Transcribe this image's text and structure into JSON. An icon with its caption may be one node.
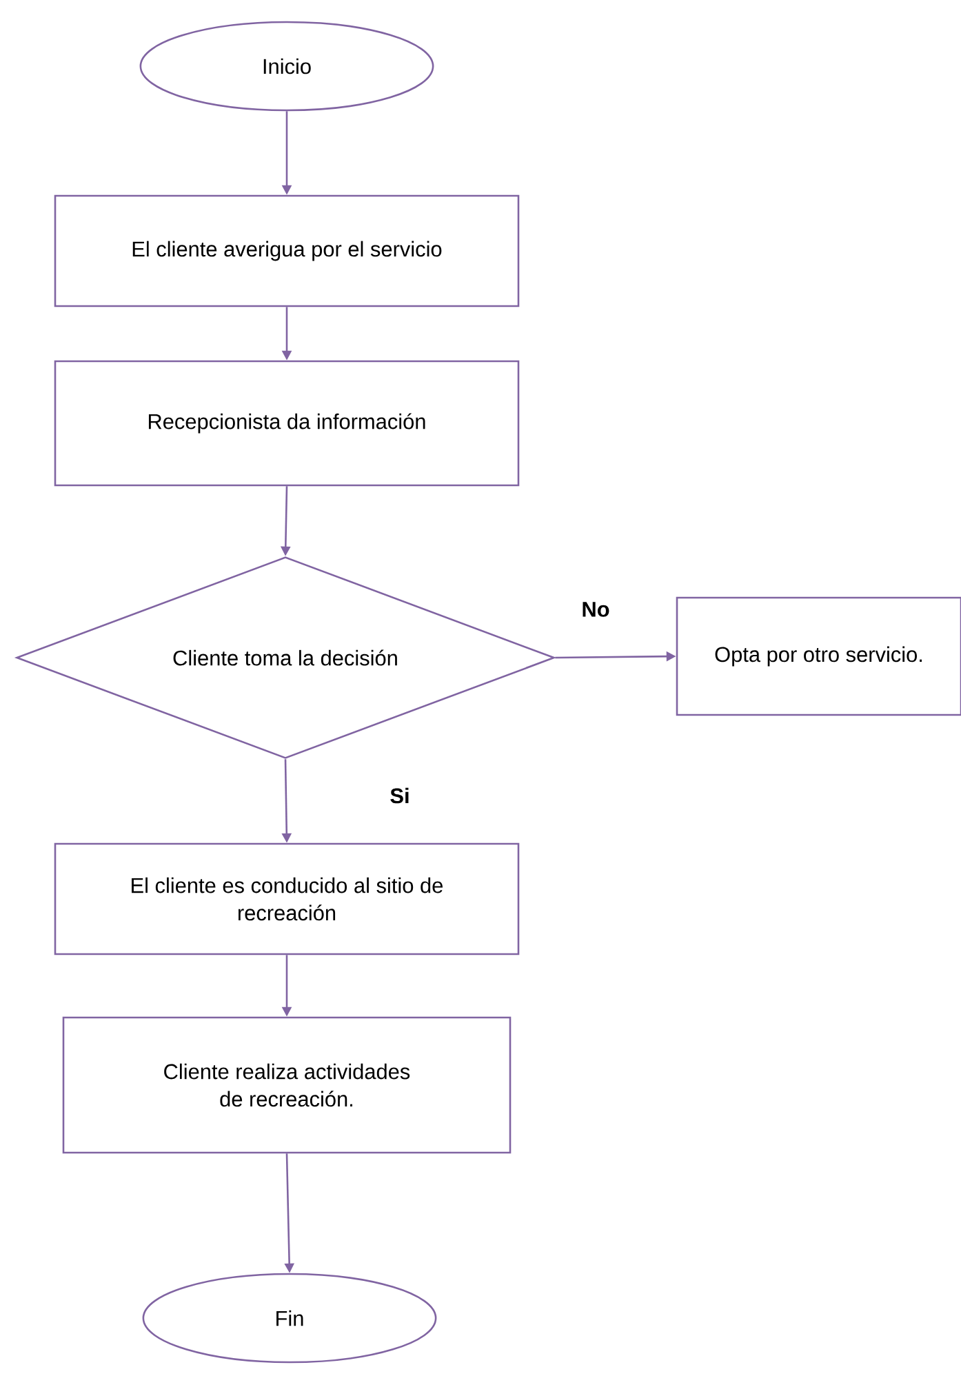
{
  "diagram": {
    "nodes": [
      {
        "text": [
          "Inicio"
        ]
      },
      {
        "text": [
          "El cliente averigua por el servicio"
        ]
      },
      {
        "text": [
          "Recepcionista da información"
        ]
      },
      {
        "text": [
          "Cliente toma la decisión"
        ]
      },
      {
        "text": [
          "Opta por otro servicio."
        ]
      },
      {
        "text": [
          "El cliente es conducido al sitio de recreación"
        ]
      },
      {
        "text": [
          "Cliente realiza actividades de recreación."
        ]
      },
      {
        "text": [
          "Fin"
        ]
      }
    ],
    "edges": [
      {
        "from": 0,
        "to": 1,
        "arrow": "to"
      },
      {
        "from": 1,
        "to": 2,
        "arrow": "to"
      },
      {
        "from": 2,
        "to": 3,
        "arrow": "to"
      },
      {
        "from": 3,
        "to": 4,
        "arrow": "to",
        "label": "No"
      },
      {
        "from": 3,
        "to": 5,
        "arrow": "to",
        "label": "Si"
      },
      {
        "from": 5,
        "to": 6,
        "arrow": "to"
      },
      {
        "from": 6,
        "to": 7,
        "arrow": "to"
      }
    ]
  }
}
